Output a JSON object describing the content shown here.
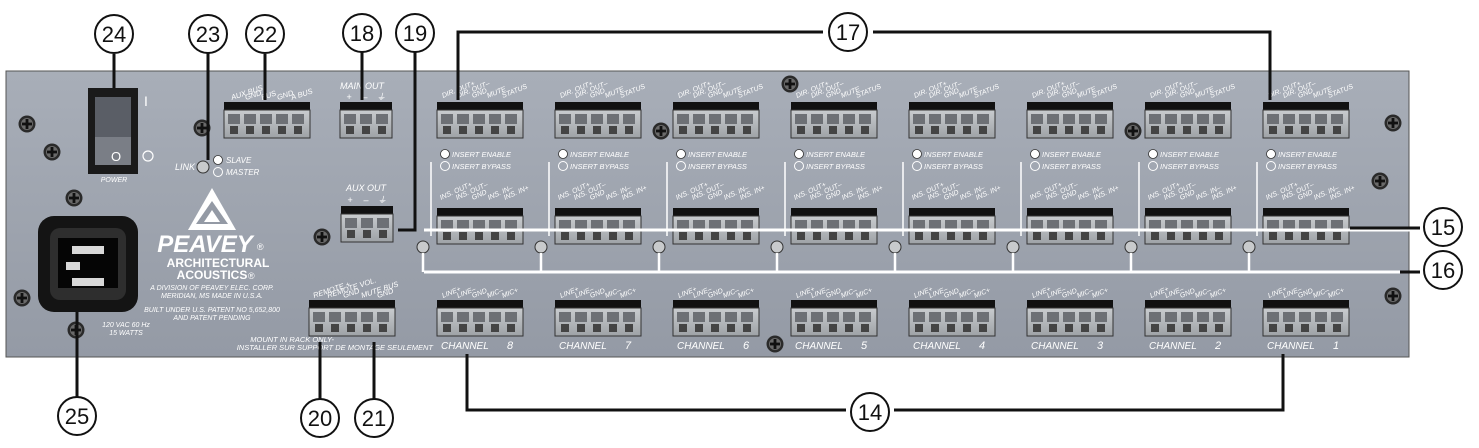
{
  "panel": {
    "power_label": "POWER",
    "power_on_symbol": "I",
    "power_off_symbol": "O",
    "link_label": "LINK",
    "slave_label": "SLAVE",
    "master_label": "MASTER",
    "auxbus_labels": [
      "AUX BUS",
      "GND",
      "BUS",
      "GND",
      "A BUS"
    ],
    "main_out_title": "MAIN OUT",
    "main_out_labels": [
      "+",
      "–",
      "⏚"
    ],
    "aux_out_title": "AUX OUT",
    "aux_out_labels": [
      "+",
      "–",
      "⏚"
    ],
    "brand_name": "PEAVEY",
    "brand_registered": "®",
    "brand_line1": "ARCHITECTURAL",
    "brand_line2": "ACOUSTICS",
    "brand_line2_mark": "®",
    "division_line1": "A DIVISION OF PEAVEY ELEC. CORP.",
    "division_line2": "MERIDIAN, MS  MADE IN U.S.A.",
    "patent_line1": "BUILT UNDER U.S. PATENT NO 5,652,800",
    "patent_line2": "AND PATENT PENDING",
    "voltage_line1": "120 VAC 60 Hz",
    "voltage_line2": "15 WATTS",
    "remote_labels": [
      "REMOTE +",
      "REMOTE VOL.",
      "GND",
      "MUTE BUS",
      "GND"
    ],
    "mount_line1": "MOUNT IN RACK ONLY-",
    "mount_line2": "INSTALLER SUR SUPPORT DE MONTAGE SEULEMENT",
    "dir_labels": [
      "DIR. OUT+",
      "DIR. OUT–",
      "GND",
      "MUTE",
      "STATUS"
    ],
    "insert_enable": "INSERT ENABLE",
    "insert_bypass": "INSERT BYPASS",
    "ins_labels": [
      "INS. OUT+",
      "INS. OUT–",
      "GND",
      "INS. IN–",
      "INS. IN+"
    ],
    "line_labels": [
      "LINE+",
      "LINE–",
      "GND",
      "MIC–",
      "MIC+"
    ],
    "channel_word": "CHANNEL",
    "channel_numbers": [
      "8",
      "7",
      "6",
      "5",
      "4",
      "3",
      "2",
      "1"
    ]
  },
  "callouts": {
    "c14": "14",
    "c15": "15",
    "c16": "16",
    "c17": "17",
    "c18": "18",
    "c19": "19",
    "c20": "20",
    "c21": "21",
    "c22": "22",
    "c23": "23",
    "c24": "24",
    "c25": "25"
  }
}
